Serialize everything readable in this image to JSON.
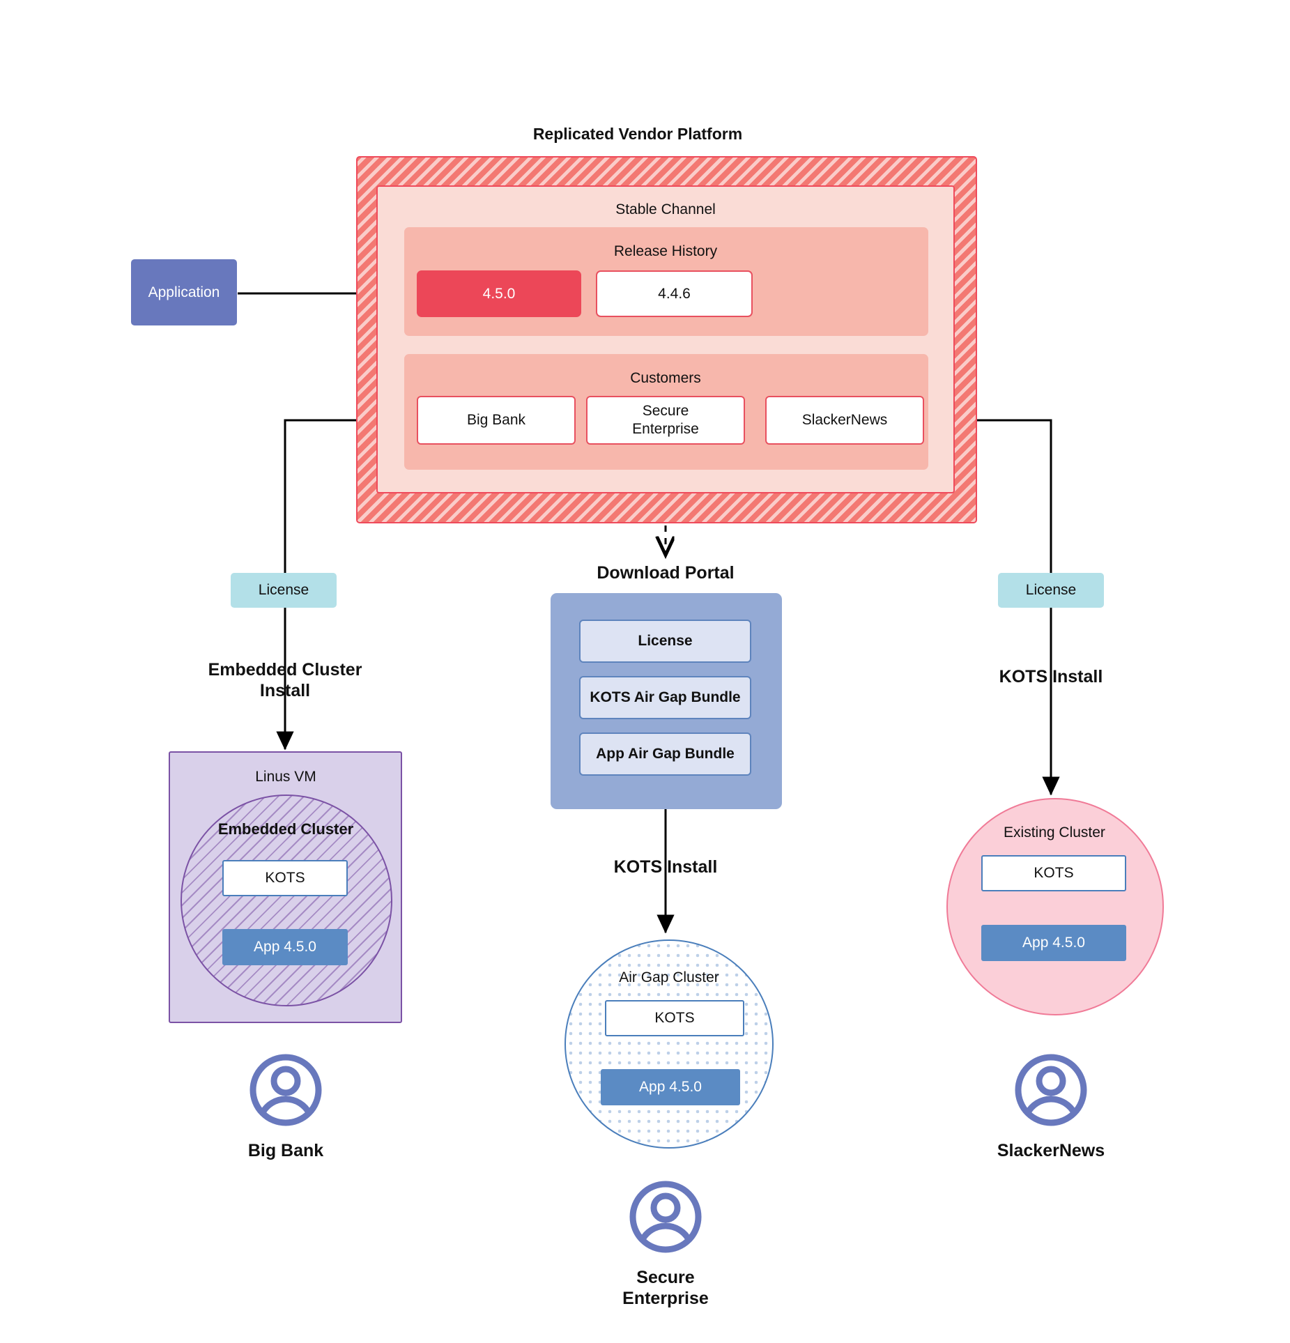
{
  "diagram": {
    "title": "Replicated Vendor Platform",
    "vendor_platform": {
      "stable_channel_label": "Stable Channel",
      "release_history": {
        "label": "Release History",
        "releases": [
          {
            "version": "4.5.0",
            "state": "current"
          },
          {
            "version": "4.4.6",
            "state": "previous"
          }
        ]
      },
      "customers": {
        "label": "Customers",
        "items": [
          {
            "name": "Big Bank"
          },
          {
            "name": "Secure\nEnterprise"
          },
          {
            "name": "SlackerNews"
          }
        ]
      }
    },
    "application_box": {
      "label": "Application"
    },
    "licenses": {
      "left": "License",
      "right": "License"
    },
    "install_labels": {
      "left": "Embedded Cluster\nInstall",
      "center": "KOTS Install",
      "right": "KOTS Install"
    },
    "download_portal": {
      "title": "Download  Portal",
      "items": [
        {
          "label": "License"
        },
        {
          "label": "KOTS Air Gap Bundle"
        },
        {
          "label": "App Air Gap Bundle"
        }
      ]
    },
    "clusters": {
      "left": {
        "vm_label": "Linus VM",
        "cluster_label": "Embedded Cluster",
        "kots_label": "KOTS",
        "app_label": "App 4.5.0"
      },
      "center": {
        "cluster_label": "Air Gap Cluster",
        "kots_label": "KOTS",
        "app_label": "App 4.5.0"
      },
      "right": {
        "cluster_label": "Existing Cluster",
        "kots_label": "KOTS",
        "app_label": "App 4.5.0"
      }
    },
    "end_users": [
      {
        "name": "Big Bank",
        "icon": "user-avatar-icon"
      },
      {
        "name": "Secure\nEnterprise",
        "icon": "user-avatar-icon"
      },
      {
        "name": "SlackerNews",
        "icon": "user-avatar-icon"
      }
    ],
    "colors": {
      "platform_hatch": "#f37872",
      "platform_border": "#ef4a5b",
      "stable_channel_bg": "#fadcd6",
      "inner_band_bg": "#f7b7ac",
      "release_current": "#ec4758",
      "application": "#6878bd",
      "license": "#b3e0e8",
      "portal": "#94aad5",
      "portal_item": "#dde3f3",
      "vm": "#d9d0ea",
      "vm_border": "#7b52a5",
      "existing_cluster": "#fbcfd8",
      "airgap_border": "#4a7ebb",
      "app_version": "#5b8bc4",
      "avatar": "#6878bd"
    }
  }
}
